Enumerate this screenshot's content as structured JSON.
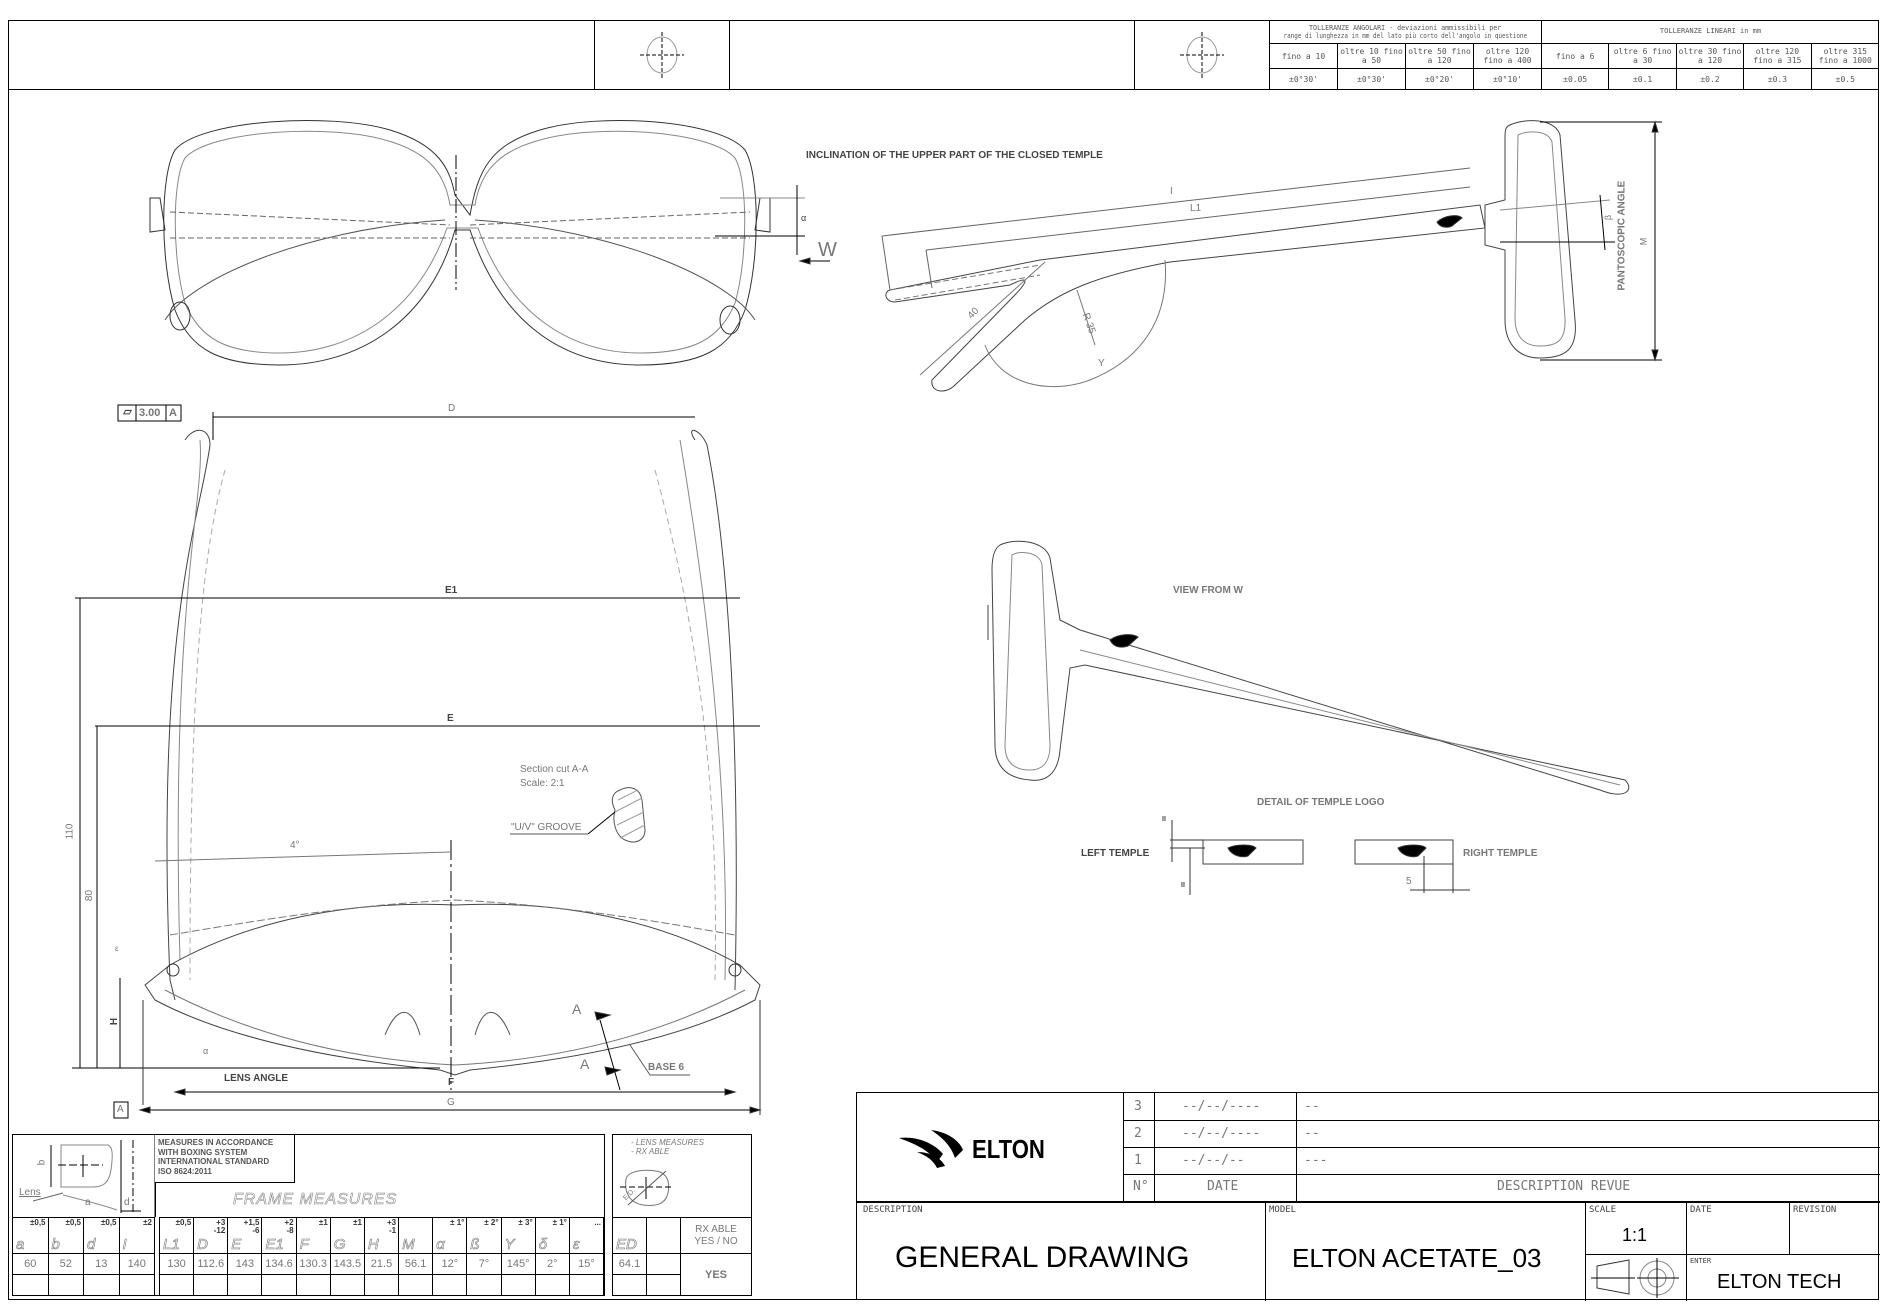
{
  "tolerances": {
    "angular": {
      "title": "TOLLERANZE ANGOLARI - deviazioni ammissibili per",
      "subtitle": "range di lunghezza in mm del lato più corto dell'angolo in questione",
      "ranges": [
        "fino a 10",
        "oltre 10 fino a 50",
        "oltre 50 fino a 120",
        "oltre 120 fino a 400"
      ],
      "values": [
        "±0°30'",
        "±0°30'",
        "±0°20'",
        "±0°10'"
      ]
    },
    "linear": {
      "title": "TOLLERANZE LINEARI in mm",
      "ranges": [
        "fino a 6",
        "oltre 6 fino a 30",
        "oltre 30 fino a 120",
        "oltre 120 fino a 315",
        "oltre 315 fino a 1000"
      ],
      "values": [
        "±0.05",
        "±0.1",
        "±0.2",
        "±0.3",
        "±0.5"
      ]
    }
  },
  "views": {
    "front": {
      "alpha_label": "α",
      "w_label": "W"
    },
    "closed_temple": {
      "title": "INCLINATION OF THE UPPER PART OF THE CLOSED TEMPLE",
      "dim_i": "I",
      "dim_l1": "L1",
      "dim_40": "40",
      "dim_r35": "R 35",
      "dim_y": "Y",
      "pantoscopic": "PANTOSCOPIC ANGLE",
      "dim_beta": "β",
      "dim_m": "M"
    },
    "top": {
      "flatness": {
        "symbol": "⏥",
        "value": "3.00",
        "datum": "A"
      },
      "dim_d": "D",
      "dim_e1": "E1",
      "dim_e": "E",
      "dim_110": "110",
      "dim_80": "80",
      "dim_4deg": "4°",
      "dim_h": "H",
      "dim_e_small": "ε",
      "dim_alpha": "α",
      "lens_angle": "LENS ANGLE",
      "dim_f": "F",
      "dim_g": "G",
      "datum_a": "A",
      "section_a": "A",
      "base": "BASE 6",
      "section_cut": "Section cut A-A",
      "section_scale": "Scale:  2:1",
      "groove": "\"U/V\" GROOVE"
    },
    "view_from_w": "VIEW FROM W",
    "temple_logo": {
      "title": "DETAIL OF TEMPLE LOGO",
      "left": "LEFT TEMPLE",
      "right": "RIGHT TEMPLE",
      "dim_ii": "II",
      "dim_5": "5"
    }
  },
  "boxing": {
    "note": [
      "MEASURES IN ACCORDANCE",
      "WITH BOXING SYSTEM",
      "INTERNATIONAL STANDARD",
      "ISO 8624:2011"
    ],
    "lens_label": "Lens",
    "diag_labels": {
      "a": "a",
      "b": "b",
      "d": "d"
    },
    "frame_title": "FRAME MEASURES",
    "lens_columns": [
      {
        "sym": "a",
        "tol": "±0,5",
        "value": "60"
      },
      {
        "sym": "b",
        "tol": "±0,5",
        "value": "52"
      },
      {
        "sym": "d",
        "tol": "±0,5",
        "value": "13"
      },
      {
        "sym": "I",
        "tol": "±2",
        "value": "140"
      }
    ],
    "frame_columns": [
      {
        "sym": "L1",
        "tol": "±0,5",
        "value": "130"
      },
      {
        "sym": "D",
        "tol": "+3 -12",
        "value": "112.6"
      },
      {
        "sym": "E",
        "tol": "+1,5 -6",
        "value": "143"
      },
      {
        "sym": "E1",
        "tol": "+2 -8",
        "value": "134.6"
      },
      {
        "sym": "F",
        "tol": "±1",
        "value": "130.3"
      },
      {
        "sym": "G",
        "tol": "±1",
        "value": "143.5"
      },
      {
        "sym": "H",
        "tol": "+3 -1",
        "value": "21.5"
      },
      {
        "sym": "M",
        "tol": "",
        "value": "56.1"
      },
      {
        "sym": "α",
        "tol": "± 1°",
        "value": "12°"
      },
      {
        "sym": "ß",
        "tol": "± 2°",
        "value": "7°"
      },
      {
        "sym": "Y",
        "tol": "± 3°",
        "value": "145°"
      },
      {
        "sym": "δ",
        "tol": "± 1°",
        "value": "2°"
      },
      {
        "sym": "ε",
        "tol": "...",
        "value": "15°"
      }
    ],
    "rx": {
      "notes": [
        "- LENS MEASURES",
        "- RX ABLE"
      ],
      "ed_label": "E.D.",
      "ed_sym": "ED",
      "ed_value": "64.1",
      "rx_header_1": "RX ABLE",
      "rx_header_2": "YES / NO",
      "rx_value": "YES"
    }
  },
  "title_block": {
    "brand": "ELTON",
    "revisions": [
      {
        "n": "3",
        "date": "--/--/----",
        "desc": "--"
      },
      {
        "n": "2",
        "date": "--/--/----",
        "desc": "--"
      },
      {
        "n": "1",
        "date": "--/--/--",
        "desc": "---"
      }
    ],
    "rev_headers": {
      "n": "N°",
      "date": "DATE",
      "desc": "DESCRIPTION REVUE"
    },
    "description_label": "DESCRIPTION",
    "description": "GENERAL DRAWING",
    "model_label": "MODEL",
    "model": "ELTON  ACETATE_03",
    "scale_label": "SCALE",
    "scale": "1:1",
    "date_label": "DATE",
    "revision_label": "REVISION",
    "enter_label": "ENTER",
    "enter": "ELTON TECH"
  }
}
